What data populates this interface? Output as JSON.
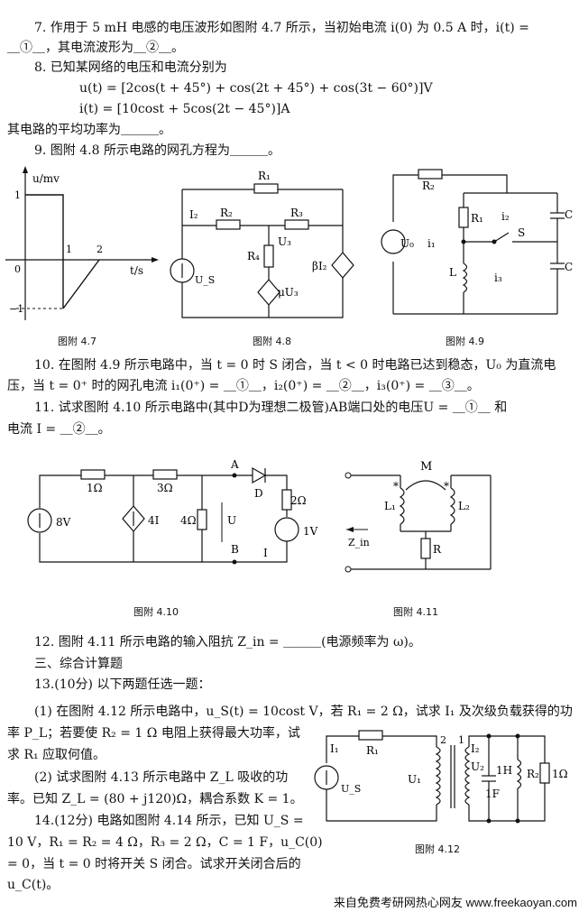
{
  "q7": {
    "l1": "7. 作用于 5 mH 电感的电压波形如图附 4.7 所示，当初始电流 i(0) 为 0.5 A 时，i(t) =",
    "l2": "＿①＿，其电流波形为＿②＿。"
  },
  "q8": {
    "l1": "8. 已知某网络的电压和电流分别为",
    "eq_u": "u(t) = [2cos(t + 45°) + cos(2t + 45°) + cos(3t − 60°)]V",
    "eq_i": "i(t) = [10cost + 5cos(2t − 45°)]A",
    "l4": "其电路的平均功率为＿＿＿。"
  },
  "q9": {
    "l1": "9. 图附 4.8 所示电路的网孔方程为＿＿＿。"
  },
  "fig47": {
    "ylabel": "u/mv",
    "xlabel": "t/s",
    "tick_y_pos": "1",
    "tick_y_neg": "−1",
    "tick_x1": "1",
    "tick_x2": "2",
    "origin": "0",
    "caption": "图附 4.7"
  },
  "fig48": {
    "R1": "R₁",
    "R2": "R₂",
    "R3": "R₃",
    "R4": "R₄",
    "I2": "I₂",
    "US": "U_S",
    "U3": "U₃",
    "ctrl_v": "μU₃",
    "ctrl_i": "βI₂",
    "caption": "图附 4.8"
  },
  "fig49": {
    "R1": "R₁",
    "R2": "R₂",
    "U0": "U₀",
    "L": "L",
    "C1": "C",
    "C2": "C",
    "S": "S",
    "i1": "i₁",
    "i2": "i₂",
    "i3": "i₃",
    "caption": "图附 4.9"
  },
  "q10": {
    "l1": "10. 在图附 4.9 所示电路中，当 t = 0 时 S 闭合，当 t < 0 时电路已达到稳态，U₀ 为直流电",
    "l2": "压，当 t = 0⁺ 时的网孔电流 i₁(0⁺) = ＿①＿，i₂(0⁺) = ＿②＿，i₃(0⁺) = ＿③＿。"
  },
  "q11": {
    "l1": "11. 试求图附 4.10 所示电路中(其中D为理想二极管)AB端口处的电压U = ＿①＿ 和",
    "l2": "电流 I = ＿②＿。"
  },
  "fig410": {
    "r1": "1Ω",
    "r3": "3Ω",
    "r4": "4Ω",
    "r2": "2Ω",
    "vs": "8V",
    "vs2": "1V",
    "dep": "4I",
    "A": "A",
    "B": "B",
    "D": "D",
    "U": "U",
    "I": "I",
    "caption": "图附 4.10"
  },
  "fig411": {
    "M": "M",
    "L1": "L₁",
    "L2": "L₂",
    "R": "R",
    "Zin": "Z_in",
    "caption": "图附 4.11"
  },
  "q12": {
    "l1": "12. 图附 4.11 所示电路的输入阻抗 Z_in = ＿＿＿(电源频率为 ω)。"
  },
  "sec3": {
    "title": "三、综合计算题",
    "q13": "13.(10分) 以下两题任选一题：",
    "p1a": "(1) 在图附 4.12 所示电路中，u_S(t) = 10cost V，若 R₁ = 2 Ω，试求 I₁ 及次级负载获得的功",
    "p1b": "率 P_L；若要使 R₂ = 1 Ω 电阻上获得最大功率，试",
    "p1c": "求 R₁ 应取何值。",
    "p2a": "(2) 试求图附 4.13 所示电路中 Z_L 吸收的功",
    "p2b": "率。已知 Z_L = (80 + j120)Ω，耦合系数 K = 1。",
    "q14a": "14.(12分) 电路如图附 4.14 所示，已知 U_S =",
    "q14b": "10 V，R₁ = R₂ = 4 Ω，R₃ = 2 Ω，C = 1 F，u_C(0)",
    "q14c": "= 0，当 t = 0 时将开关 S 闭合。试求开关闭合后的",
    "q14d": "u_C(t)。"
  },
  "fig412": {
    "I1": "I₁",
    "R1": "R₁",
    "US": "U_S",
    "U1": "U₁",
    "U2": "U₂",
    "I2": "I₂",
    "n1": "2",
    "n2": "1",
    "C": "1F",
    "L": "1H",
    "R2": "R₂",
    "R3": "1Ω",
    "caption": "图附 4.12"
  },
  "watermark": "来自免费考研网热心网友 www.freekaoyan.com"
}
